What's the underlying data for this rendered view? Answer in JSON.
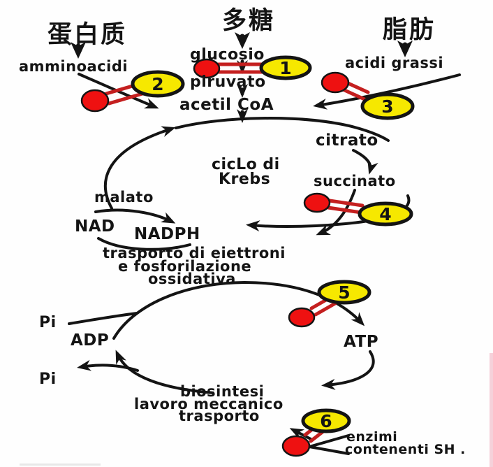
{
  "labels": {
    "protein_cn": "蛋白质",
    "polysaccharide_cn": "多糖",
    "fat_cn": "脂肪",
    "amino_acids": "amminoacidi",
    "glucose": "glucosio",
    "pyruvate": "piruvato",
    "acetyl_coa": "acetil CoA",
    "fatty_acids": "acidi grassi",
    "citrate": "citrato",
    "succinate": "succinato",
    "krebs_line1": "cicLo di",
    "krebs_line2": "Krebs",
    "malate": "malato",
    "nad": "NAD",
    "nadph": "NADPH",
    "transport_line1": "trasporto di eiettroni",
    "transport_line2": "e fosforilazione",
    "transport_line3": "ossidativa",
    "pi_top": "Pi",
    "adp": "ADP",
    "atp": "ATP",
    "pi_bottom": "Pi",
    "biosynthesis": "biosintesi",
    "mechanical_work": "lavoro meccanico",
    "transport_word": "trasporto",
    "enzymes_line1": "enzimi",
    "enzymes_line2": "contenenti SH ."
  },
  "inhibitors": [
    "1",
    "2",
    "3",
    "4",
    "5",
    "6"
  ],
  "colors": {
    "line_black": "#141414",
    "inhibitor_yellow": "#f6e800",
    "inhibitor_red": "#ee1111",
    "bar_red": "#c41f1f",
    "edge_pink": "#f3c9d3"
  }
}
